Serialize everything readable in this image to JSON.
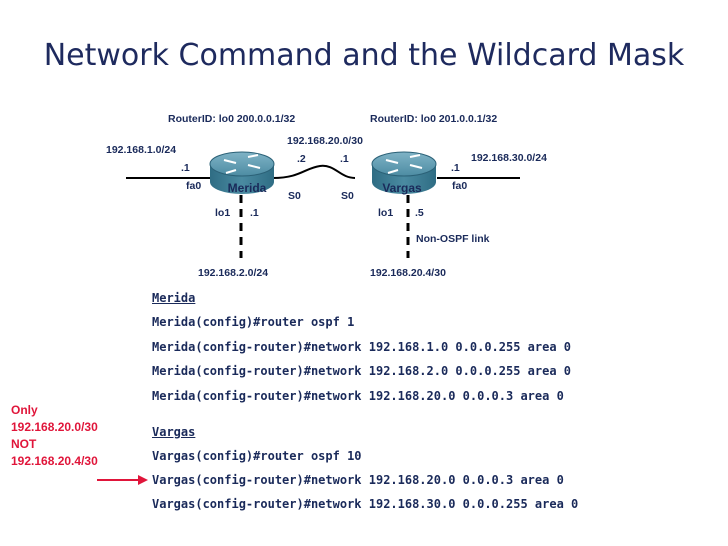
{
  "title": "Network Command and the Wildcard Mask",
  "labels": {
    "routerid_merida": "RouterID: lo0 200.0.0.1/32",
    "routerid_vargas": "RouterID: lo0 201.0.0.1/32",
    "net_192_168_1": "192.168.1.0/24",
    "net_192_168_20": "192.168.20.0/30",
    "net_192_168_30": "192.168.30.0/24",
    "net_192_168_2": "192.168.2.0/24",
    "net_192_168_20_4": "192.168.20.4/30",
    "merida_fa0_host": ".1",
    "merida_fa0": "fa0",
    "merida_s0_host": ".2",
    "merida_s0": "S0",
    "merida_lo1": "lo1",
    "merida_lo1_host": ".1",
    "vargas_s0_host": ".1",
    "vargas_s0": "S0",
    "vargas_fa0_host": ".1",
    "vargas_fa0": "fa0",
    "vargas_lo1": "lo1",
    "vargas_lo1_host": ".5",
    "non_ospf_link": "Non-OSPF link"
  },
  "routers": {
    "merida": {
      "name": "Merida"
    },
    "vargas": {
      "name": "Vargas"
    }
  },
  "config": {
    "merida": {
      "heading": "Merida",
      "lines": [
        "Merida(config)#router ospf 1",
        "Merida(config-router)#network 192.168.1.0 0.0.0.255 area 0",
        "Merida(config-router)#network 192.168.2.0 0.0.0.255 area 0",
        "Merida(config-router)#network 192.168.20.0 0.0.0.3 area 0"
      ]
    },
    "vargas": {
      "heading": "Vargas",
      "lines": [
        "Vargas(config)#router ospf 10",
        "Vargas(config-router)#network 192.168.20.0 0.0.0.3 area 0",
        "Vargas(config-router)#network 192.168.30.0 0.0.0.255 area 0"
      ]
    }
  },
  "annotation": {
    "lines": [
      "Only",
      "192.168.20.0/30",
      "NOT",
      "192.168.20.4/30"
    ]
  },
  "colors": {
    "title": "#1e2a5e",
    "text": "#1a2a5a",
    "router_body": "#3f7f96",
    "annotation": "#e0153a",
    "link": "#000000"
  }
}
